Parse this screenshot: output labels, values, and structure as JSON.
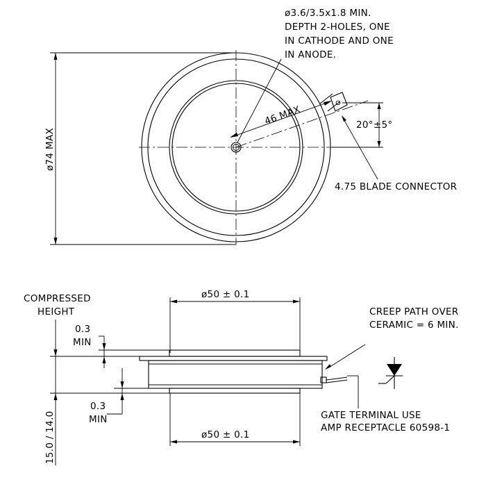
{
  "top_view": {
    "diameter_label": "ø74 MAX",
    "hole_note": [
      "ø3.6/3.5x1.8 MIN.",
      "DEPTH 2-HOLES, ONE",
      "IN CATHODE AND ONE",
      "IN ANODE."
    ],
    "radius_label": "46 MAX",
    "angle_label": "20°±5°",
    "blade_connector_label": "4.75 BLADE CONNECTOR"
  },
  "side_view": {
    "top_width_label": "ø50 ± 0.1",
    "bottom_width_label": "ø50 ± 0.1",
    "compressed_height_label": [
      "COMPRESSED",
      "HEIGHT"
    ],
    "upper_offset_label": [
      "0.3",
      "MIN"
    ],
    "lower_offset_label": [
      "0.3",
      "MIN"
    ],
    "height_label": "15.0 / 14.0",
    "creep_path_label": [
      "CREEP PATH OVER",
      "CERAMIC = 6 MIN."
    ],
    "gate_terminal_label": [
      "GATE TERMINAL USE",
      "AMP RECEPTACLE 60598-1"
    ]
  },
  "symbol": {
    "name": "thyristor-symbol-icon"
  }
}
